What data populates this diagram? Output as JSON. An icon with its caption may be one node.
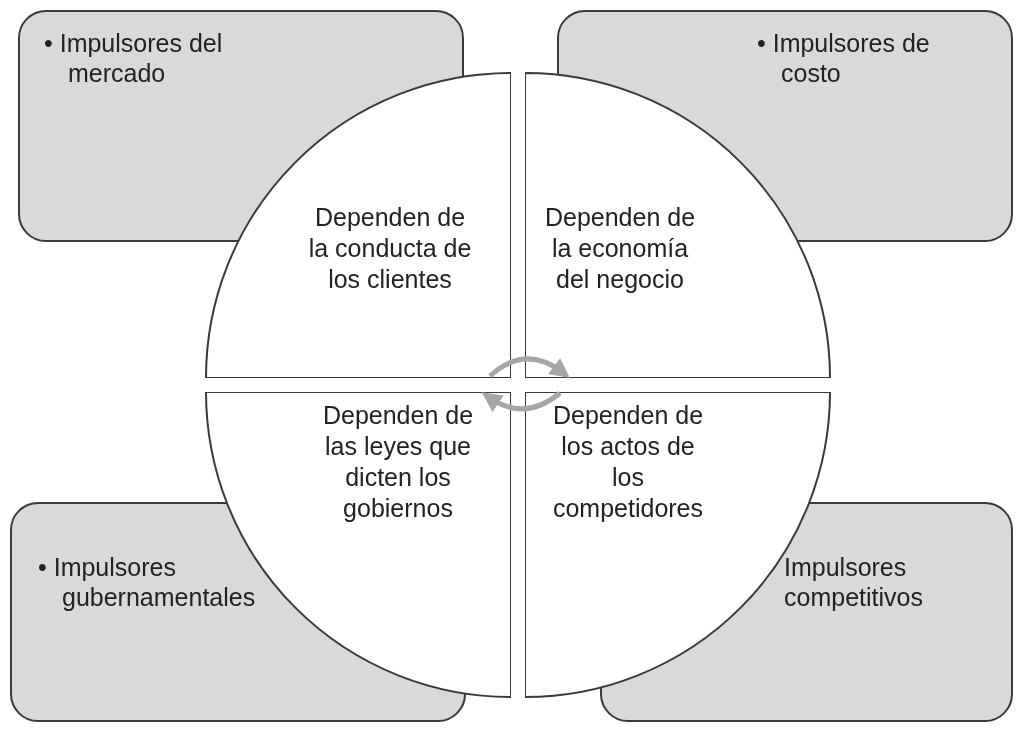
{
  "diagram": {
    "nodes": [
      {
        "text": [
          "• Impulsores del mercado"
        ]
      },
      {
        "text": [
          "• Impulsores de costo"
        ]
      },
      {
        "text": [
          "Dependen de la conducta de los clientes"
        ]
      },
      {
        "text": [
          "Dependen de la economía del negocio"
        ]
      },
      {
        "text": [
          "Dependen de las leyes que dicten los gobiernos"
        ]
      },
      {
        "text": [
          "Dependen de los actos de los competidores"
        ]
      },
      {
        "text": [
          "• Impulsores gubernamentales"
        ]
      },
      {
        "text": [
          "Impulsores competitivos"
        ]
      }
    ],
    "edges": [
      {
        "from": 2,
        "to": 3,
        "arrow": "to"
      },
      {
        "from": 5,
        "to": 4,
        "arrow": "to"
      }
    ]
  }
}
